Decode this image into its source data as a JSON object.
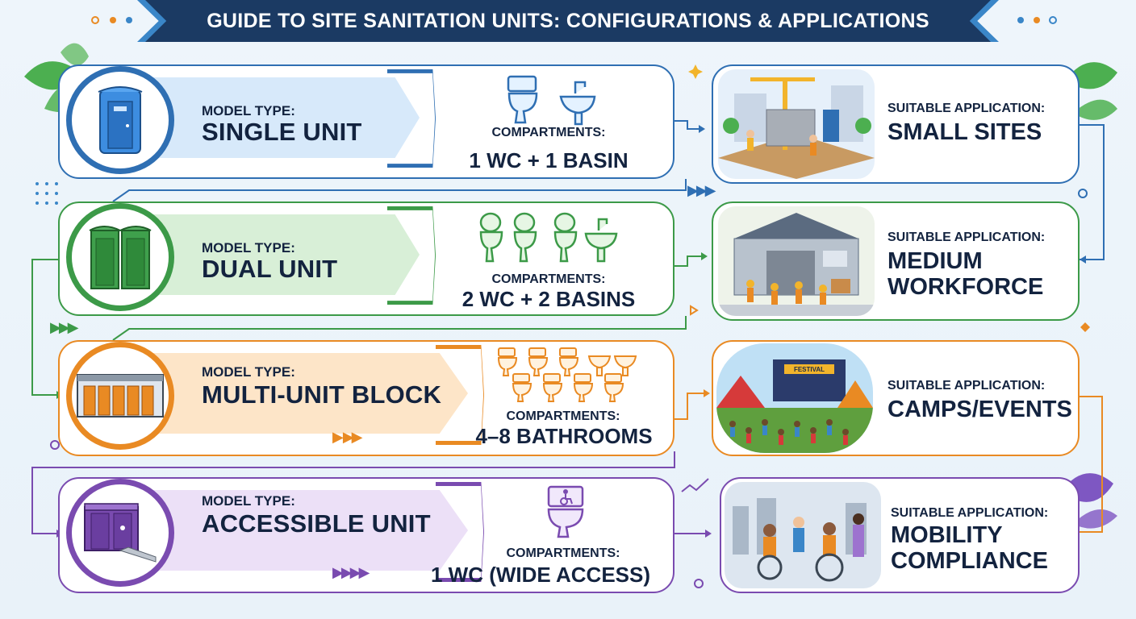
{
  "title": "GUIDE TO SITE SANITATION UNITS: CONFIGURATIONS & APPLICATIONS",
  "colors": {
    "single": "#2f6fb3",
    "dual": "#3c9a48",
    "multi": "#e98a23",
    "accessible": "#7a4bb0",
    "banner": "#1b3a63",
    "text": "#13233f"
  },
  "rows": [
    {
      "model_label": "MODEL TYPE:",
      "model_value": "SINGLE UNIT",
      "compartments_label": "COMPARTMENTS:",
      "compartments_value": "1 WC + 1 BASIN",
      "application_label": "SUITABLE APPLICATION:",
      "application_value": "SMALL SITES",
      "icon": "portable-toilet-icon",
      "scene": "construction-site-illustration"
    },
    {
      "model_label": "MODEL TYPE:",
      "model_value": "DUAL UNIT",
      "compartments_label": "COMPARTMENTS:",
      "compartments_value": "2 WC + 2 BASINS",
      "application_label": "SUITABLE APPLICATION:",
      "application_value_line1": "MEDIUM",
      "application_value_line2": "WORKFORCE",
      "icon": "dual-toilet-icon",
      "scene": "warehouse-workforce-illustration"
    },
    {
      "model_label": "MODEL TYPE:",
      "model_value": "MULTI-UNIT BLOCK",
      "compartments_label": "COMPARTMENTS:",
      "compartments_value": "4–8 BATHROOMS",
      "application_label": "SUITABLE APPLICATION:",
      "application_value": "CAMPS/EVENTS",
      "icon": "toilet-block-icon",
      "scene": "festival-crowd-illustration",
      "scene_sign": "FESTIVAL"
    },
    {
      "model_label": "MODEL TYPE:",
      "model_value": "ACCESSIBLE UNIT",
      "compartments_label": "COMPARTMENTS:",
      "compartments_value": "1 WC (WIDE ACCESS)",
      "application_label": "SUITABLE APPLICATION:",
      "application_value_line1": "MOBILITY",
      "application_value_line2": "COMPLIANCE",
      "icon": "accessible-toilet-icon",
      "scene": "wheelchair-users-illustration"
    }
  ]
}
